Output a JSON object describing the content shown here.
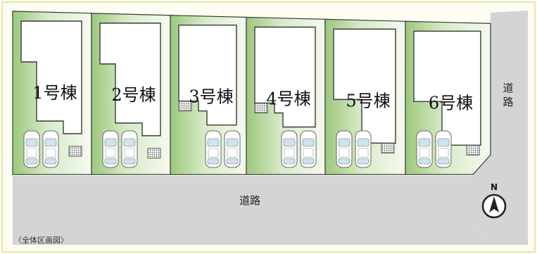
{
  "colors": {
    "background": "#fdfdf3",
    "frame": "#e6e6a8",
    "road": "#d4d4d4",
    "lot_green_dark": "#9cc87c",
    "lot_green_light": "#f4faf0",
    "building": "#ffffff",
    "outline": "#3a3a3a"
  },
  "lots": [
    {
      "label": "1号棟"
    },
    {
      "label": "2号棟"
    },
    {
      "label": "3号棟"
    },
    {
      "label": "4号棟"
    },
    {
      "label": "5号棟"
    },
    {
      "label": "6号棟"
    }
  ],
  "road_bottom_label": "道路",
  "road_right_label": "道路",
  "north_label": "N",
  "caption": "〈全体区画図〉",
  "icons": {
    "car": "car-icon",
    "meter": "meter-box-icon",
    "north": "north-arrow-icon"
  }
}
